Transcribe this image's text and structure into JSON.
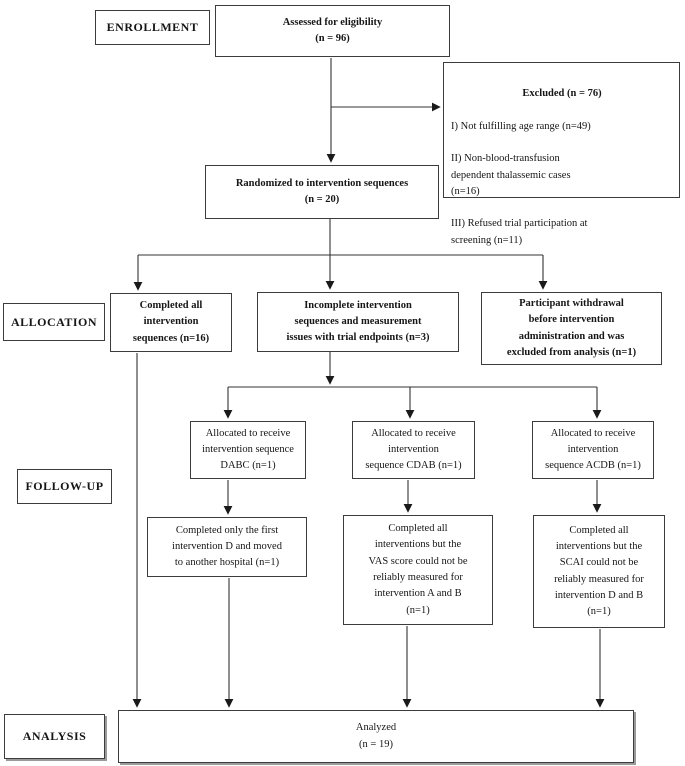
{
  "stages": {
    "enrollment": "ENROLLMENT",
    "allocation": "ALLOCATION",
    "followup": "FOLLOW-UP",
    "analysis": "ANALYSIS"
  },
  "boxes": {
    "assessed": "Assessed for eligibility\n(n = 96)",
    "excluded": {
      "title": "Excluded (n = 76)",
      "items": [
        "I) Not fulfilling age range (n=49)",
        "II) Non-blood-transfusion\ndependent thalassemic cases\n(n=16)",
        "III) Refused trial participation at\nscreening (n=11)"
      ]
    },
    "randomized": "Randomized to intervention sequences\n(n = 20)",
    "allocation": {
      "completed": "Completed all\nintervention\nsequences (n=16)",
      "incomplete": "Incomplete intervention\nsequences and measurement\nissues with trial endpoints (n=3)",
      "withdrawal": "Participant withdrawal\nbefore intervention\nadministration and was\nexcluded from analysis (n=1)"
    },
    "allocated": {
      "dabc": "Allocated to receive\nintervention sequence\nDABC (n=1)",
      "cdab": "Allocated to receive\nintervention\nsequence CDAB (n=1)",
      "acdb": "Allocated to receive\nintervention\nsequence ACDB (n=1)"
    },
    "followup": {
      "dabc": "Completed only the first\nintervention D and moved\nto another hospital (n=1)",
      "cdab": "Completed all\ninterventions but the\nVAS score could not be\nreliably measured for\nintervention A and B\n(n=1)",
      "acdb": "Completed all\ninterventions but the\nSCAI could not be\nreliably measured for\nintervention D and B\n(n=1)"
    },
    "analyzed": "Analyzed\n(n = 19)"
  }
}
